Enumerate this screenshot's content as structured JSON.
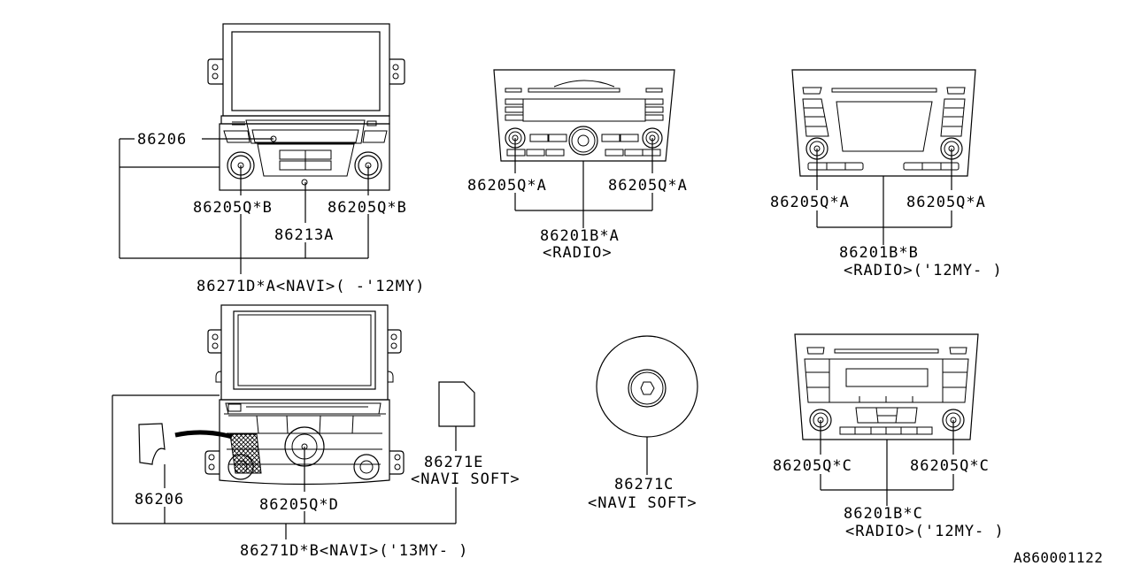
{
  "diagram": {
    "figure_code": "A860001122",
    "assemblies": [
      {
        "id": "navi-12my",
        "parts": {
          "bezel": "86206",
          "knob_left": "86205Q*B",
          "knob_right": "86205Q*B",
          "screw": "86213A"
        },
        "assembly_label": "86271D*A<NAVI>( -'12MY)"
      },
      {
        "id": "radio-a",
        "parts": {
          "knob_left": "86205Q*A",
          "knob_right": "86205Q*A"
        },
        "assembly_label": "86201B*A",
        "assembly_note": "<RADIO>"
      },
      {
        "id": "radio-b",
        "parts": {
          "knob_left": "86205Q*A",
          "knob_right": "86205Q*A"
        },
        "assembly_label": "86201B*B",
        "assembly_note": "<RADIO>('12MY- )"
      },
      {
        "id": "navi-13my",
        "parts": {
          "bezel": "86206",
          "knob_center": "86205Q*D"
        },
        "assembly_label": "86271D*B<NAVI>('13MY- )"
      },
      {
        "id": "navi-sd",
        "part_label": "86271E",
        "part_note": "<NAVI SOFT>"
      },
      {
        "id": "navi-disc",
        "part_label": "86271C",
        "part_note": "<NAVI SOFT>"
      },
      {
        "id": "radio-c",
        "parts": {
          "knob_left": "86205Q*C",
          "knob_right": "86205Q*C"
        },
        "assembly_label": "86201B*C",
        "assembly_note": "<RADIO>('12MY- )"
      }
    ]
  }
}
